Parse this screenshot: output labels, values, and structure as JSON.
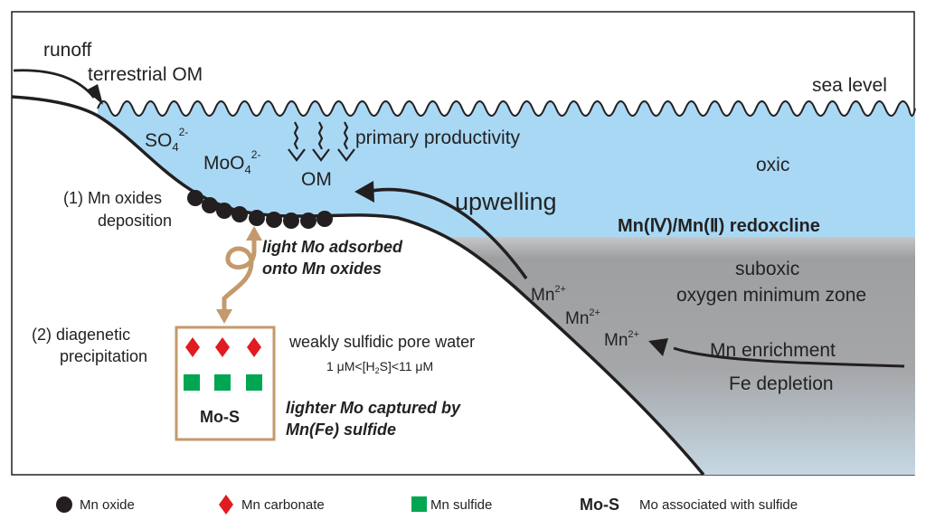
{
  "labels": {
    "runoff": "runoff",
    "terrestrial_om": "terrestrial OM",
    "sea_level": "sea level",
    "so4": "SO",
    "so4_sub": "4",
    "so4_sup": "2-",
    "moo4": "MoO",
    "moo4_sub": "4",
    "moo4_sup": "2-",
    "primary_productivity": "primary productivity",
    "om": "OM",
    "oxic": "oxic",
    "upwelling": "upwelling",
    "mn_oxides_deposition_1": "(1) Mn oxides",
    "mn_oxides_deposition_2": "deposition",
    "redoxcline": "Mn(Ⅳ)/Mn(Ⅱ) redoxcline",
    "suboxic": "suboxic",
    "omz": "oxygen minimum zone",
    "light_mo_1": "light Mo adsorbed",
    "light_mo_2": "onto Mn oxides",
    "mn2_ion": "Mn",
    "mn2_charge": "2+",
    "diagenetic_1": "(2) diagenetic",
    "diagenetic_2": "precipitation",
    "pore_water": "weakly sulfidic pore water",
    "h2s_range_1": "1 μM<[H",
    "h2s_range_sub": "2",
    "h2s_range_2": "S]<11 μM",
    "mn_enrichment": "Mn enrichment",
    "fe_depletion": "Fe depletion",
    "mos_box": "Mo-S",
    "lighter_mo_1": "lighter Mo captured by",
    "lighter_mo_2": "Mn(Fe) sulfide"
  },
  "legend": {
    "mn_oxide": "Mn oxide",
    "mn_carbonate": "Mn carbonate",
    "mn_sulfide": "Mn sulfide",
    "mos_symbol": "Mo-S",
    "mos_desc": "Mo associated with sulfide"
  },
  "colors": {
    "water": "#a9d8f5",
    "suboxic_gray": "#a7a9ab",
    "box_border": "#c49a6c",
    "mn_oxide": "#231f20",
    "mn_carbonate": "#e11b22",
    "mn_sulfide": "#00a651"
  }
}
